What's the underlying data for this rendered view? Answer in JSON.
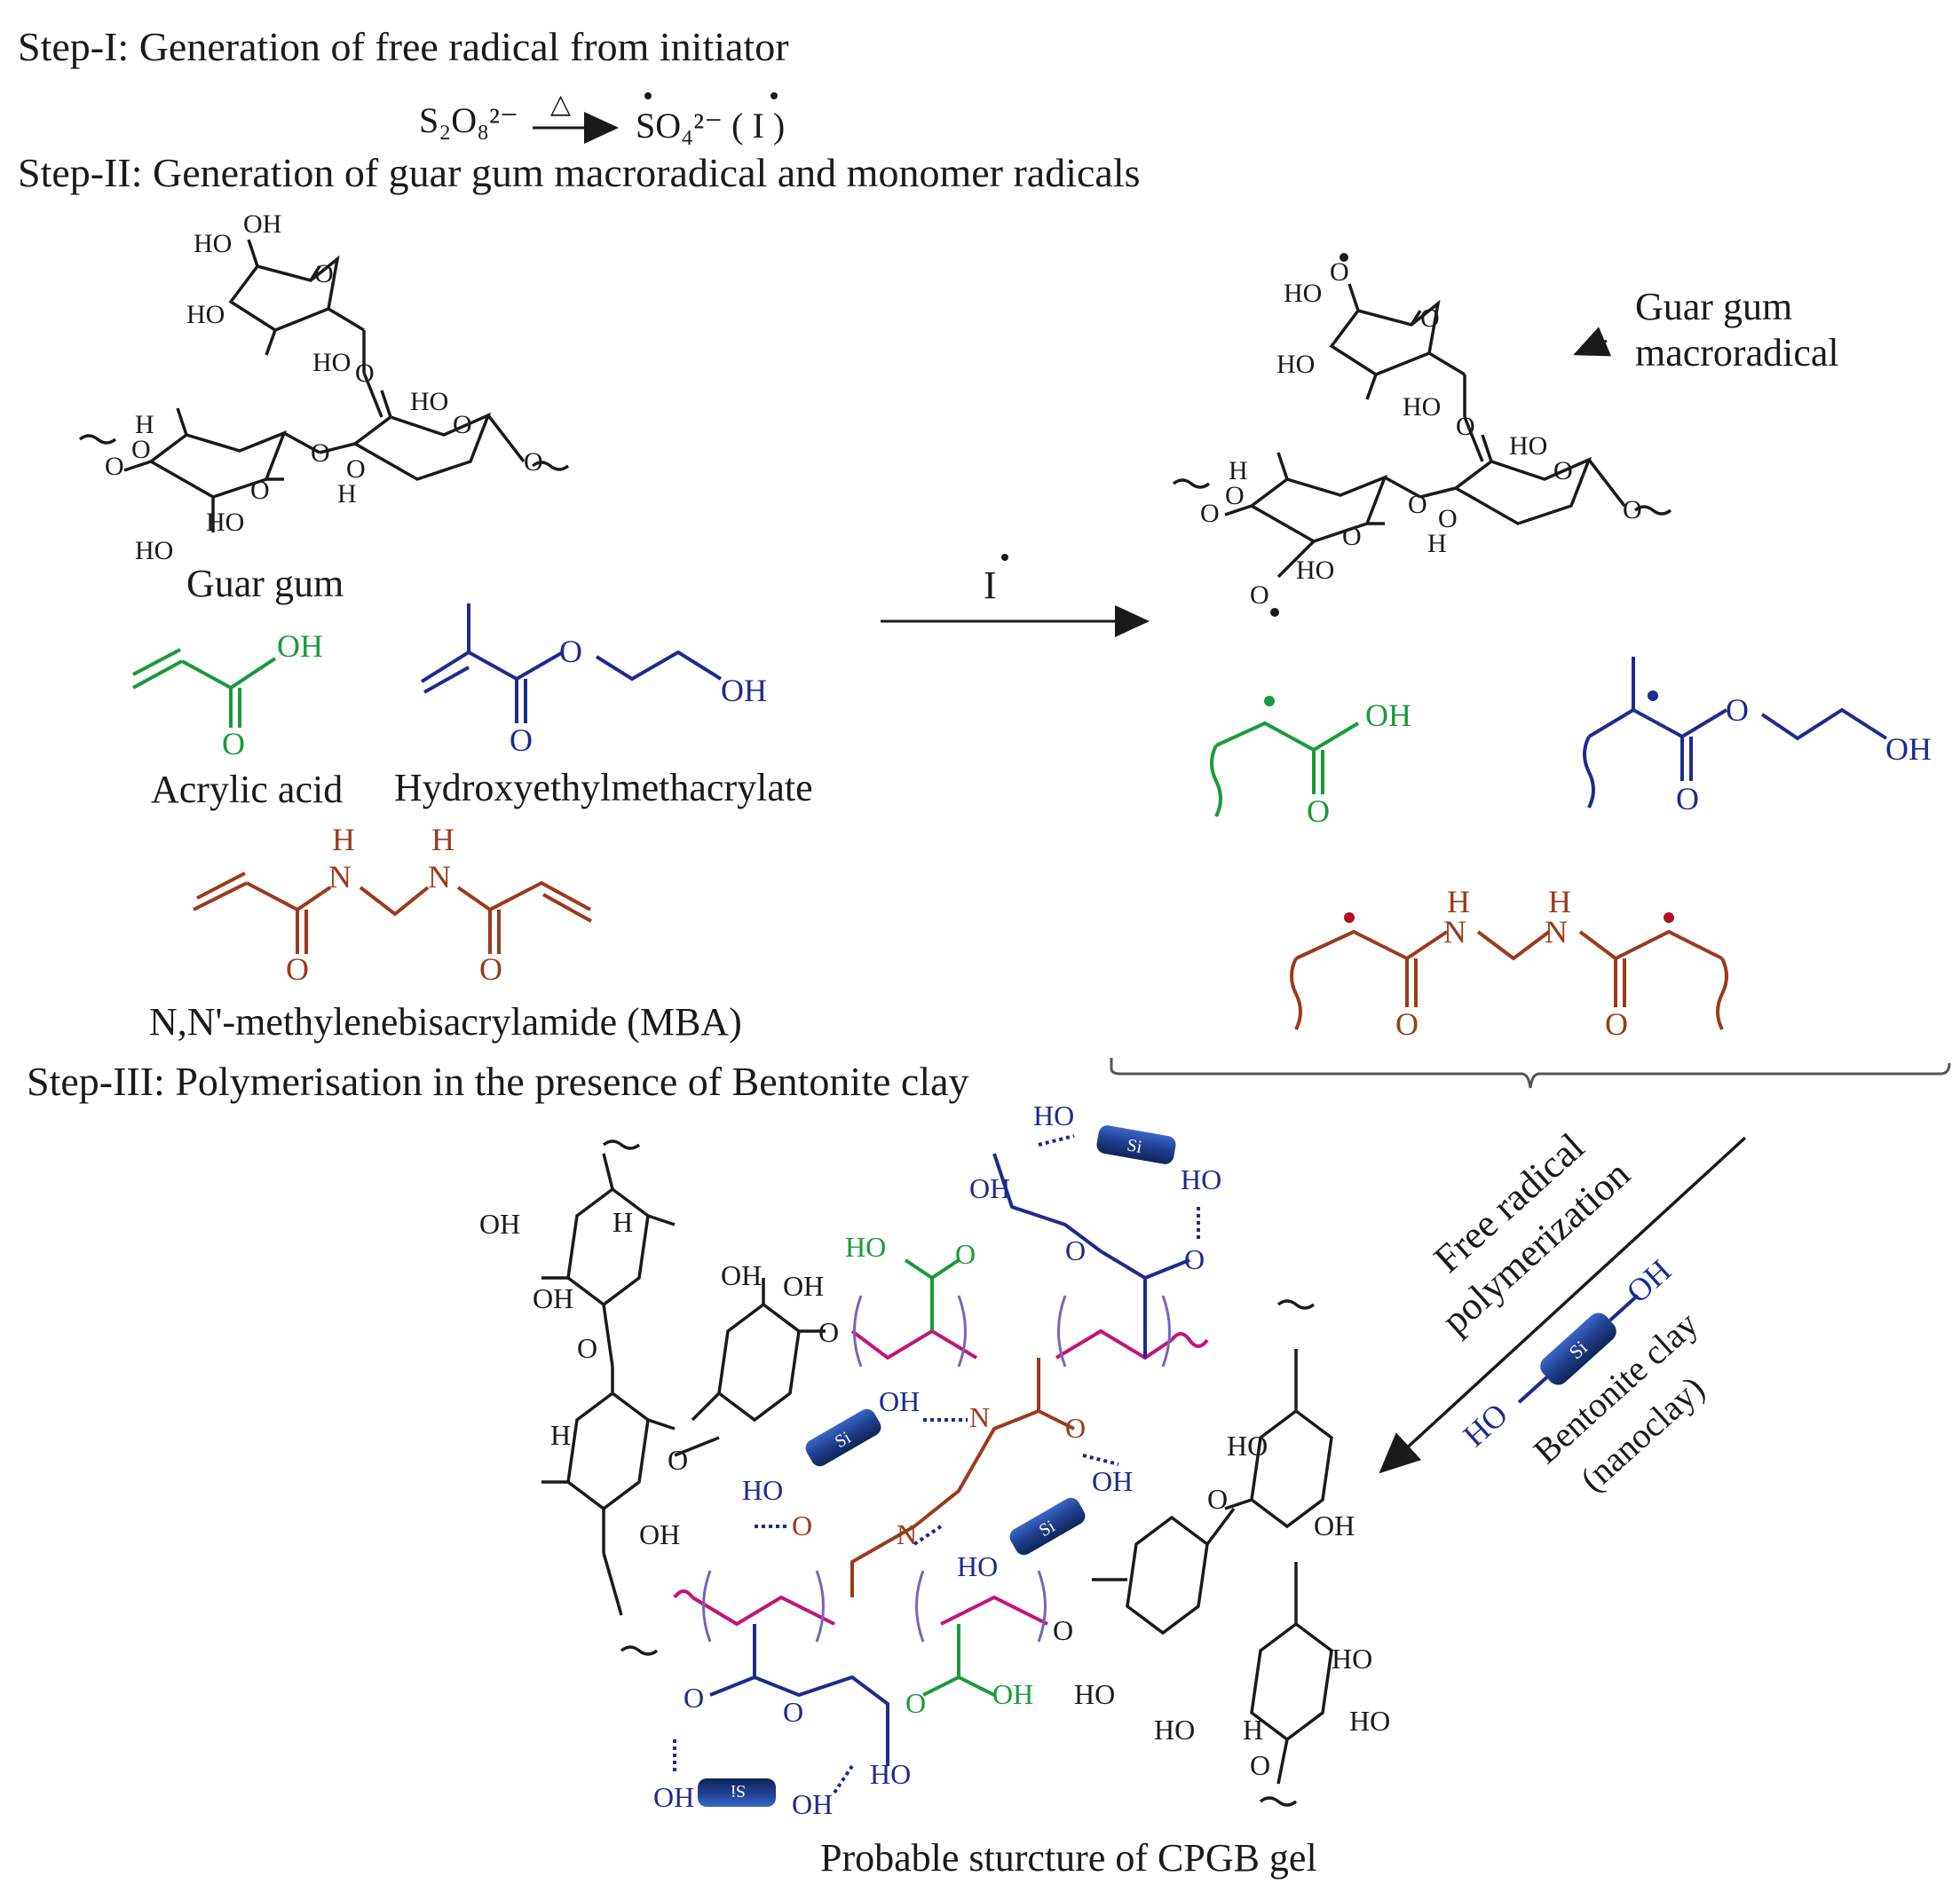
{
  "steps": {
    "step1": "Step-I: Generation of free radical from initiator",
    "step2": "Step-II: Generation of guar gum macroradical and monomer radicals",
    "step3": "Step-III: Polymerisation in the presence of Bentonite clay"
  },
  "initiator": {
    "reactant": "S₂O₈²⁻",
    "condition": "△",
    "product": "SO₄²⁻ ( I )"
  },
  "reactants": {
    "guar_gum": "Guar gum",
    "acrylic_acid": "Acrylic acid",
    "hema": "Hydroxyethylmethacrylate",
    "mba": "N,N'-methylenebisacrylamide (MBA)"
  },
  "reaction_arrow": {
    "reagent": "I"
  },
  "products": {
    "macroradical_line1": "Guar gum",
    "macroradical_line2": "macroradical"
  },
  "polymerization": {
    "line1": "Free radical",
    "line2": "polymerization",
    "clay_line1": "Bentonite clay",
    "clay_line2": "(nanoclay)"
  },
  "caption": "Probable sturcture of CPGB gel",
  "atoms": {
    "OH": "OH",
    "HO": "HO",
    "O": "O",
    "H": "H",
    "N": "N",
    "Si": "Si"
  },
  "colors": {
    "acrylic_green": "#1a9a3a",
    "hema_blue": "#1f2a8c",
    "mba_brown": "#9a3b1c",
    "chain_magenta": "#c0157a",
    "bracket_purple": "#7a63b8",
    "clay_blue": "#1f3f8f",
    "black": "#1a1a1a"
  }
}
